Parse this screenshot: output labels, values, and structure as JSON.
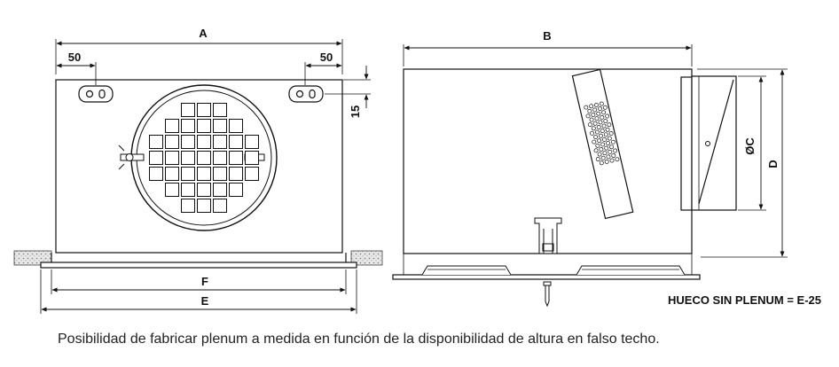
{
  "dimensions": {
    "a": "A",
    "b": "B",
    "c": "ØC",
    "d": "D",
    "e": "E",
    "f": "F",
    "offset_left": "50",
    "offset_right": "50",
    "height_15": "15"
  },
  "note": "HUECO SIN PLENUM = E-25",
  "caption": "Posibilidad de fabricar plenum a medida en función de la disponibilidad de altura en falso techo."
}
